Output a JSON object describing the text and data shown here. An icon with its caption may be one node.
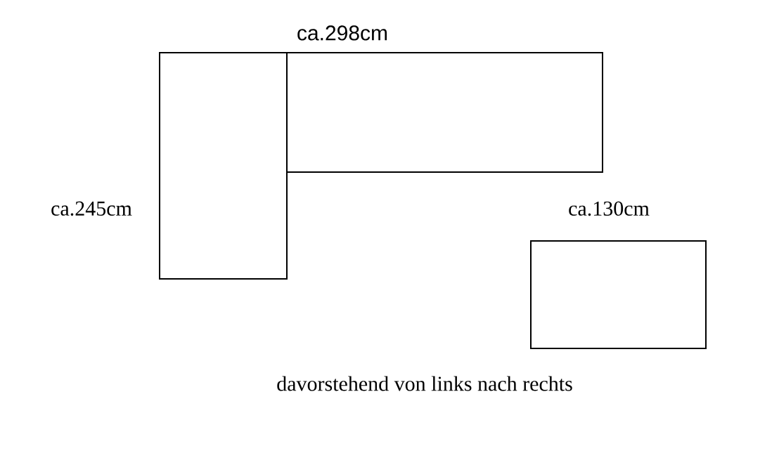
{
  "diagram": {
    "nodes": [
      {
        "text": [],
        "shape": "box",
        "beside": [
          "ca.245cm"
        ]
      },
      {
        "text": [],
        "shape": "box",
        "beside": [
          "ca.298cm"
        ]
      },
      {
        "text": [],
        "shape": "box",
        "beside": [
          "ca.130cm"
        ]
      }
    ],
    "labels": [
      "davorstehend von links nach rechts"
    ]
  }
}
